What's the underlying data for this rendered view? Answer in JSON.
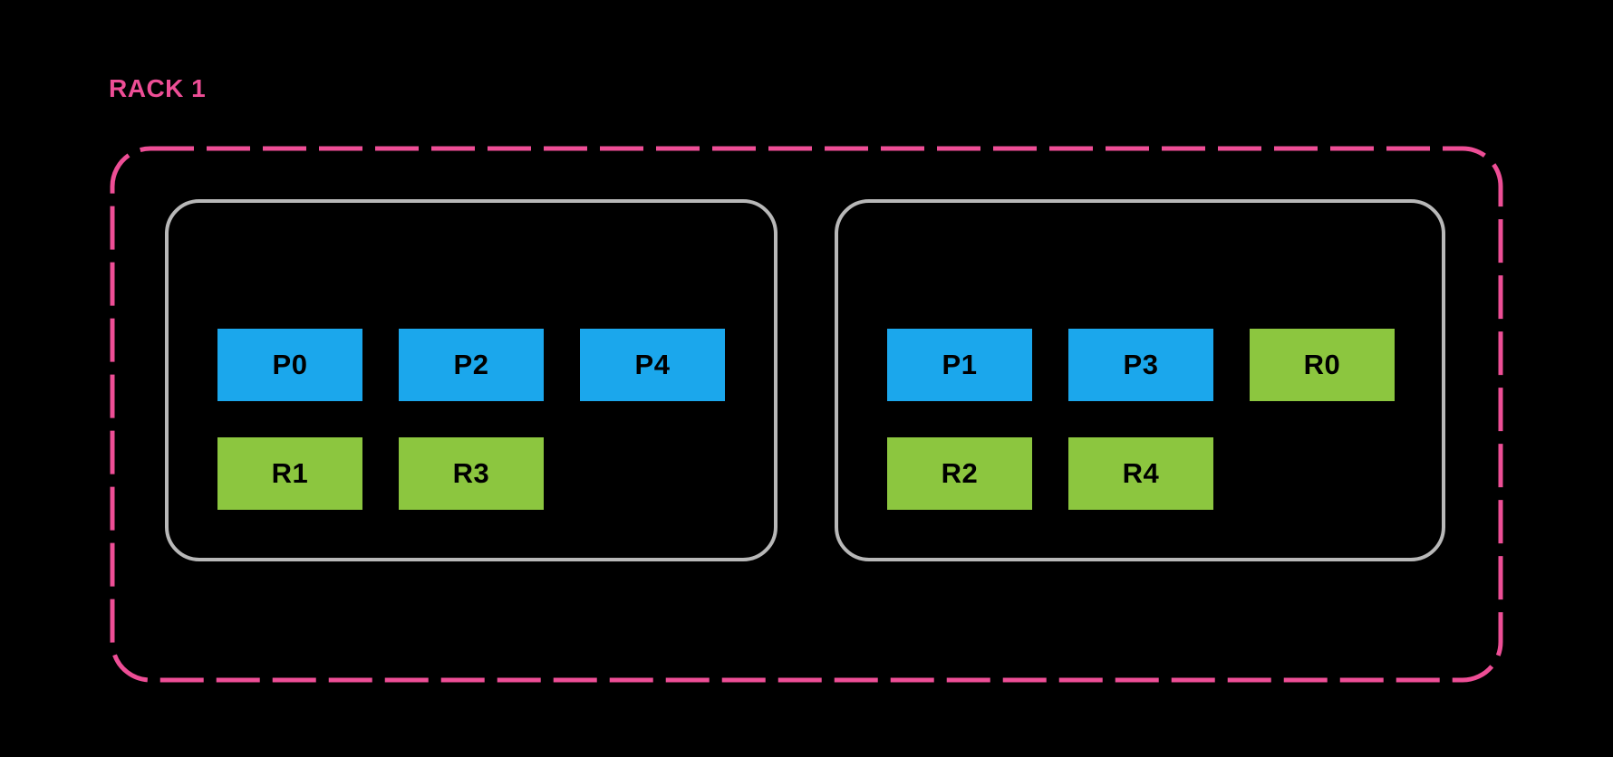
{
  "colors": {
    "background": "#000000",
    "rack_border": "#EE4E96",
    "rack_label": "#EE4E96",
    "node_border": "#B8B8B8",
    "primary": "#1BA7EC",
    "replica": "#8CC63F",
    "chip_text": "#000000"
  },
  "rack": {
    "label": "RACK 1",
    "nodes": [
      {
        "slots": [
          {
            "id": "P0",
            "type": "primary"
          },
          {
            "id": "P2",
            "type": "primary"
          },
          {
            "id": "P4",
            "type": "primary"
          },
          {
            "id": "R1",
            "type": "replica"
          },
          {
            "id": "R3",
            "type": "replica"
          }
        ]
      },
      {
        "slots": [
          {
            "id": "P1",
            "type": "primary"
          },
          {
            "id": "P3",
            "type": "primary"
          },
          {
            "id": "R0",
            "type": "replica"
          },
          {
            "id": "R2",
            "type": "replica"
          },
          {
            "id": "R4",
            "type": "replica"
          }
        ]
      }
    ]
  }
}
